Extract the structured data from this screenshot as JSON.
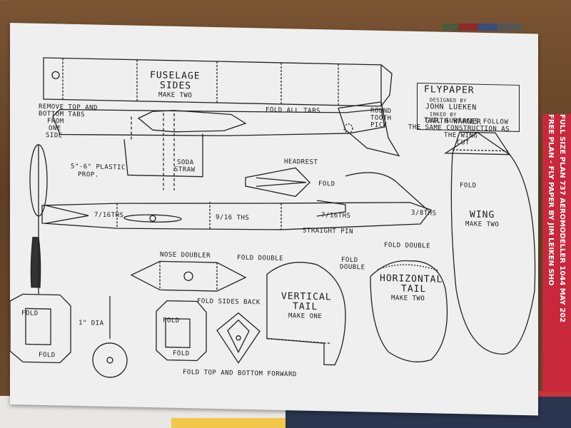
{
  "title_box": {
    "title": "FLYPAPER",
    "designed_by_label": "DESIGNED BY",
    "designer": "JOHN LUEKEN",
    "inked_by_label": "INKED BY",
    "inker": "GARTH WARNER"
  },
  "side_banner": {
    "line1": "FREE PLAN - FLY PAPER BY JIM LEIKEN SHO",
    "line2": "FULL SIZE PLAN 737 AEROMODELLER 1044 MAY 202",
    "color": "#c8283a"
  },
  "labels": {
    "fuselage_sides": "FUSELAGE",
    "fuselage_sides2": "SIDES",
    "make_two": "MAKE TWO",
    "remove_tabs": "REMOVE TOP AND",
    "remove_tabs2": "BOTTOM TABS",
    "remove_tabs3": "FROM",
    "remove_tabs4": "ONE",
    "remove_tabs5": "SIDE",
    "fold_all_tabs": "FOLD ALL TABS",
    "round_toothpick": "ROUND",
    "round_toothpick2": "TOOTH",
    "round_toothpick3": "PICK",
    "tail_note": "TAIL SURFACES FOLLOW",
    "tail_note2": "THE SAME CONSTRUCTION AS",
    "tail_note3": "THE WING",
    "cut": "CUT",
    "plastic_prop": "5\"-6\" PLASTIC",
    "plastic_prop2": "PROP.",
    "soda_straw": "SODA",
    "soda_straw2": "STRAW",
    "headrest": "HEADREST",
    "fold": "FOLD",
    "fold_wing": "FOLD",
    "wing": "WING",
    "wing_make_two": "MAKE TWO",
    "dim_7_16_a": "7/16THS",
    "dim_9_16": "9/16 THS",
    "dim_7_16_b": "7/16THS",
    "dim_3_8": "3/8THS",
    "straight_pin": "STRAIGHT PIN",
    "fold_double_wing": "FOLD DOUBLE",
    "nose_doubler": "NOSE DOUBLER",
    "fold_double": "FOLD DOUBLE",
    "fold_double_tail": "FOLD",
    "fold_double_tail2": "DOUBLE",
    "horizontal_tail": "HORIZONTAL",
    "horizontal_tail2": "TAIL",
    "horizontal_make_two": "MAKE TWO",
    "vertical_tail": "VERTICAL",
    "vertical_tail2": "TAIL",
    "vertical_make_one": "MAKE ONE",
    "fold_sides_back": "FOLD SIDES BACK",
    "one_dia": "1\" DIA",
    "fold_a": "FOLD",
    "fold_b": "FOLD",
    "fold_c": "FOLD",
    "fold_d": "FOLD",
    "fold_top_bottom": "FOLD TOP AND BOTTOM FORWARD"
  }
}
